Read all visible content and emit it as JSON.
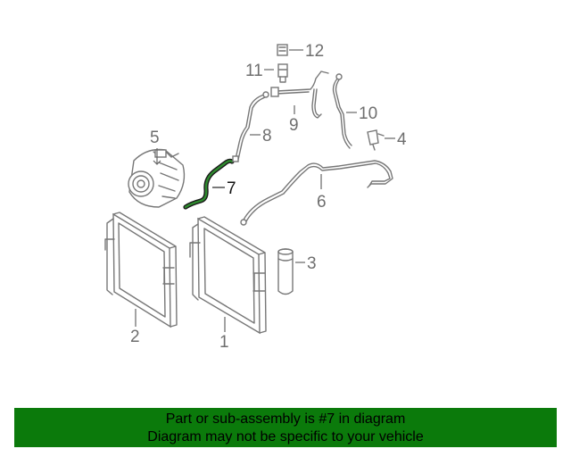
{
  "callouts": {
    "c1": "1",
    "c2": "2",
    "c3": "3",
    "c4": "4",
    "c5": "5",
    "c6": "6",
    "c7": "7",
    "c8": "8",
    "c9": "9",
    "c10": "10",
    "c11": "11",
    "c12": "12"
  },
  "highlighted_part": "7",
  "colors": {
    "banner": "#0b7a0b",
    "highlight": "#2e8b2e",
    "lines": "#777777"
  },
  "banner": {
    "line1": "Part or sub-assembly is #7 in diagram",
    "line2": "Diagram may not be specific to your vehicle"
  }
}
